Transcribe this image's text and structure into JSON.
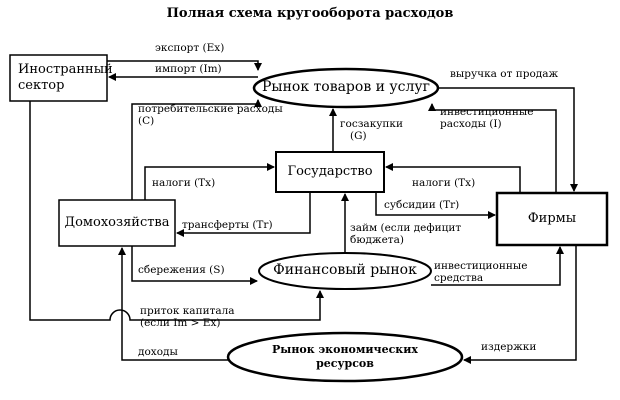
{
  "title": "Полная схема кругооборота расходов",
  "nodes": {
    "foreign_sector": {
      "line1": "Иностранный",
      "line2": "сектор"
    },
    "goods_market": "Рынок товаров и услуг",
    "government": "Государство",
    "households": "Домохозяйства",
    "firms": "Фирмы",
    "financial_market": "Финансовый рынок",
    "resource_market": {
      "line1": "Рынок экономических",
      "line2": "ресурсов"
    }
  },
  "flows": {
    "export": "экспорт (Ex)",
    "import": "импорт (Im)",
    "sales_revenue": "выручка от продаж",
    "consumer_spending": {
      "line1": "потребительские расходы",
      "line2": "(C)"
    },
    "investment_spending": {
      "line1": "инвестиционные",
      "line2": "расходы (I)"
    },
    "gov_purchases": {
      "line1": "госзакупки",
      "line2": "(G)"
    },
    "taxes_households": "налоги (Tx)",
    "taxes_firms": "налоги (Tx)",
    "subsidies": "субсидии (Tr)",
    "transfers": "трансферты (Tr)",
    "loan": {
      "line1": "займ (если дефицит",
      "line2": "бюджета)"
    },
    "savings": "сбережения (S)",
    "investment_funds": {
      "line1": "инвестиционные",
      "line2": "средства"
    },
    "capital_inflow": {
      "line1": "приток капитала",
      "line2": "(если Im > Ex)"
    },
    "income": "доходы",
    "costs": "издержки"
  }
}
